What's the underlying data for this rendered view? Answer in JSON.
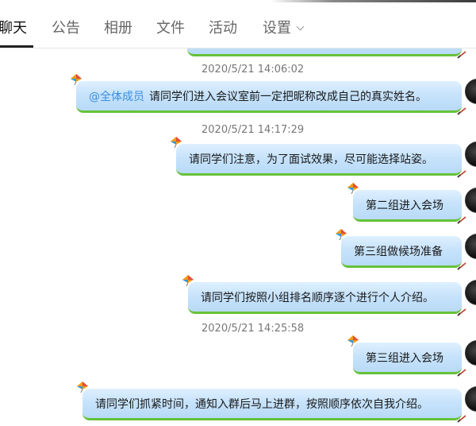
{
  "tabs": [
    {
      "label": "聊天",
      "active": true
    },
    {
      "label": "公告",
      "active": false
    },
    {
      "label": "相册",
      "active": false
    },
    {
      "label": "文件",
      "active": false
    },
    {
      "label": "活动",
      "active": false
    },
    {
      "label": "设置",
      "active": false
    }
  ],
  "timestamps": [
    "2020/5/21 14:06:02",
    "2020/5/21 14:17:29",
    "2020/5/21 14:25:58"
  ],
  "messages": [
    {
      "mention": "@全体成员",
      "text": "请同学们进入会议室前一定把昵称改成自己的真实姓名。"
    },
    {
      "text": "请同学们注意，为了面试效果，尽可能选择站姿。"
    },
    {
      "text": "第二组进入会场"
    },
    {
      "text": "第三组做候场准备"
    },
    {
      "text": "请同学们按照小组排名顺序逐个进行个人介绍。"
    },
    {
      "text": "第三组进入会场"
    },
    {
      "text": "请同学们抓紧时间，通知入群后马上进群，按照顺序依次自我介绍。"
    }
  ],
  "colors": {
    "bubble_top": "#dff0ff",
    "bubble_bottom": "#b8daf7",
    "bubble_underline": "#66c23a",
    "mention": "#3a8fe0",
    "timestamp": "#777777"
  }
}
